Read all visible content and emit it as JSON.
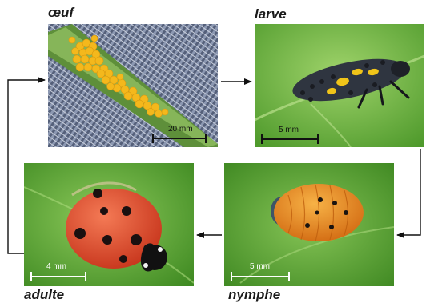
{
  "stages": [
    {
      "id": "egg",
      "label": "œuf",
      "scale_text": "20 mm"
    },
    {
      "id": "larva",
      "label": "larve",
      "scale_text": "5 mm"
    },
    {
      "id": "pupa",
      "label": "nymphe",
      "scale_text": "5 mm"
    },
    {
      "id": "adult",
      "label": "adulte",
      "scale_text": "4 mm"
    }
  ],
  "colors": {
    "leaf_green": "#6db33f",
    "egg_yellow": "#f4b81c",
    "ladybug_red": "#d9402a",
    "pupa_orange": "#e58a1e",
    "arrow": "#111111"
  }
}
